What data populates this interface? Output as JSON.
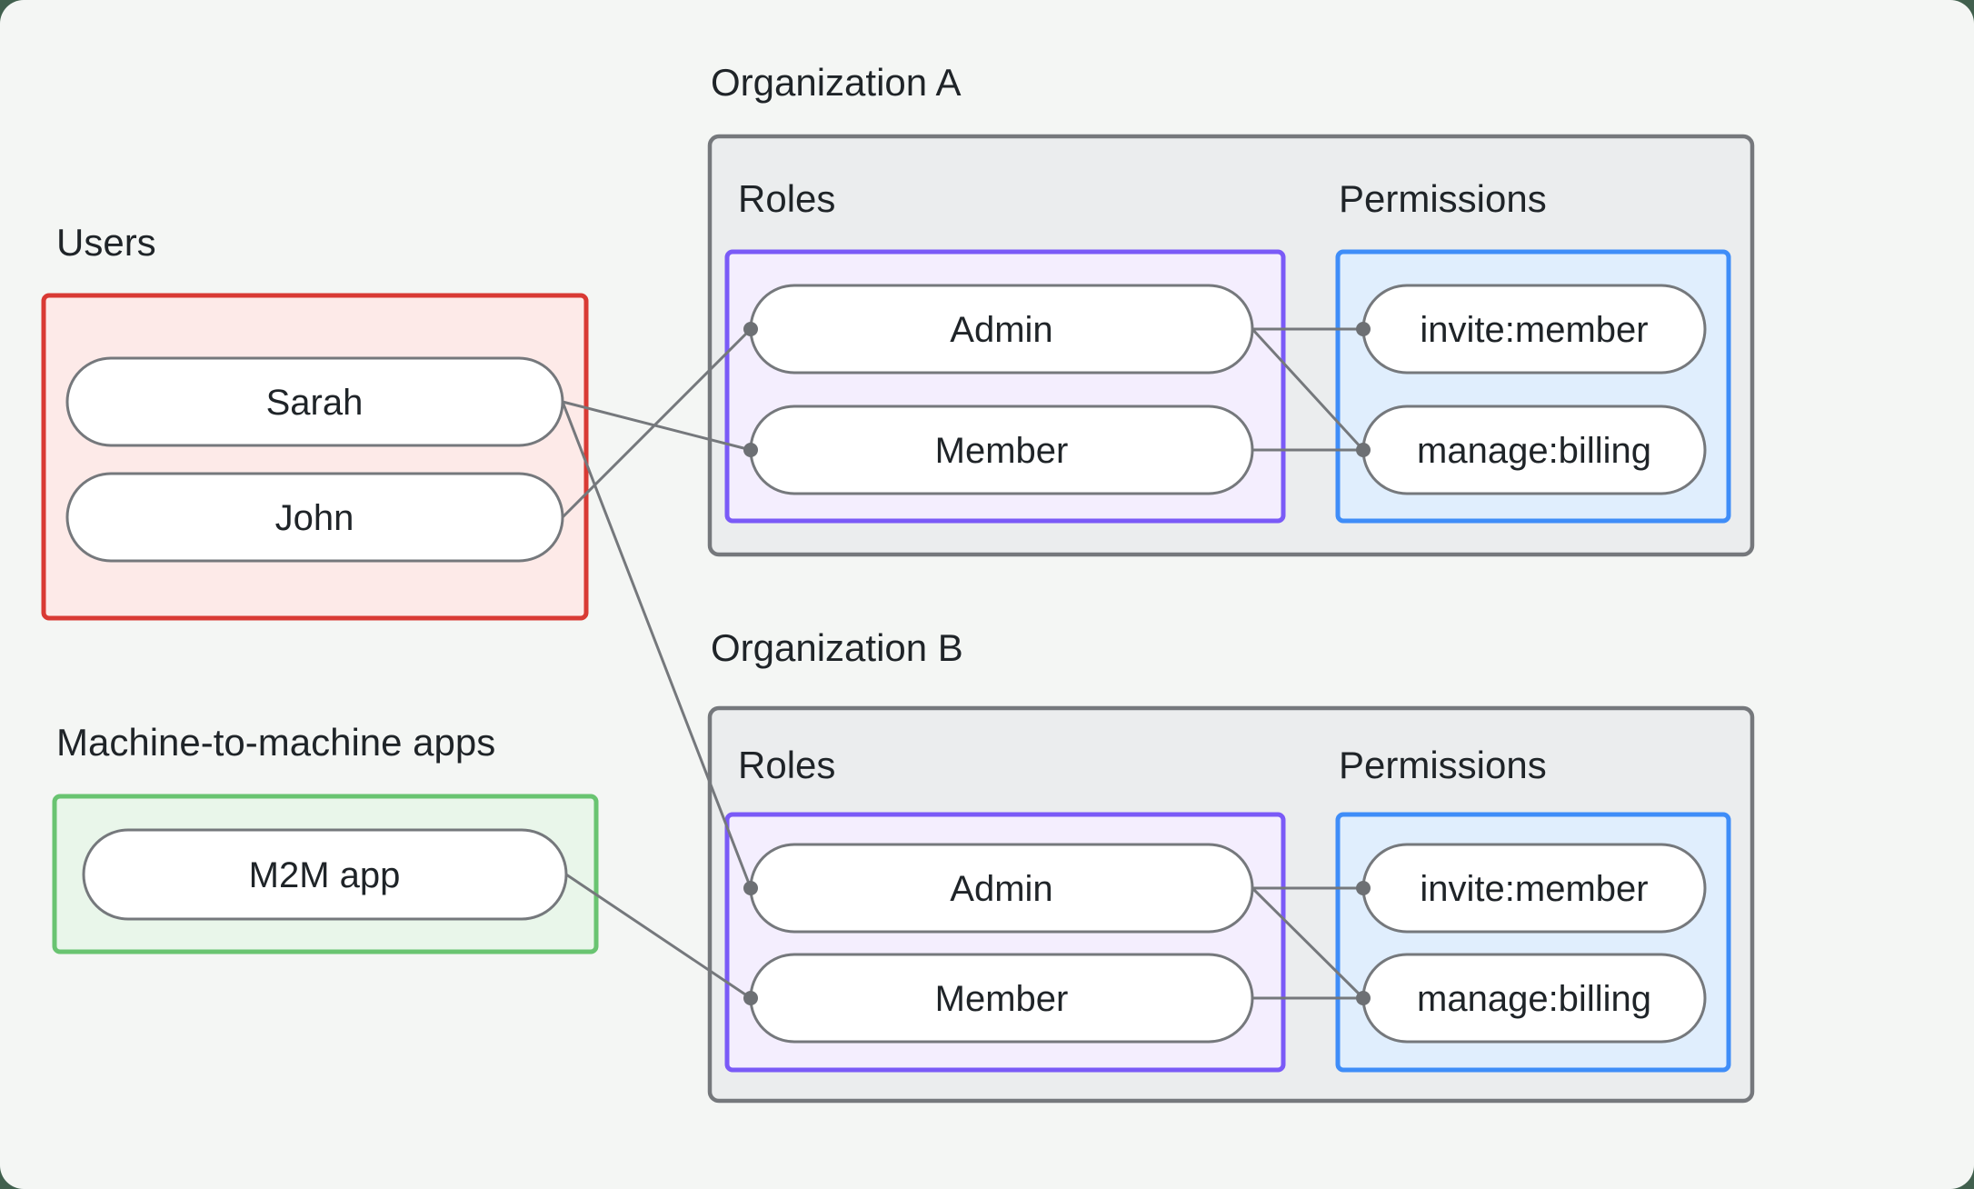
{
  "page": {
    "background": "#41604e",
    "panel_background": "#f4f6f4"
  },
  "users_group": {
    "label": "Users",
    "border_color": "#d93a34",
    "fill_color": "#fdeae8",
    "members": [
      {
        "label": "Sarah"
      },
      {
        "label": "John"
      }
    ]
  },
  "m2m_group": {
    "label": "Machine-to-machine apps",
    "border_color": "#69c471",
    "fill_color": "#e9f6ea",
    "members": [
      {
        "label": "M2M app"
      }
    ]
  },
  "organizations": [
    {
      "name": "Organization A",
      "roles_label": "Roles",
      "permissions_label": "Permissions",
      "roles_border_color": "#7a5af7",
      "roles_fill_color": "#f4eefe",
      "permissions_border_color": "#3f8df8",
      "permissions_fill_color": "#e0eefd",
      "roles": [
        {
          "label": "Admin"
        },
        {
          "label": "Member"
        }
      ],
      "permissions": [
        {
          "label": "invite:member"
        },
        {
          "label": "manage:billing"
        }
      ]
    },
    {
      "name": "Organization B",
      "roles_label": "Roles",
      "permissions_label": "Permissions",
      "roles_border_color": "#7a5af7",
      "roles_fill_color": "#f4eefe",
      "permissions_border_color": "#3f8df8",
      "permissions_fill_color": "#e0eefd",
      "roles": [
        {
          "label": "Admin"
        },
        {
          "label": "Member"
        }
      ],
      "permissions": [
        {
          "label": "invite:member"
        },
        {
          "label": "manage:billing"
        }
      ]
    }
  ],
  "connections": [
    {
      "from": "Sarah",
      "to": "Organization A / Member"
    },
    {
      "from": "John",
      "to": "Organization A / Admin"
    },
    {
      "from": "Sarah",
      "to": "Organization B / Admin"
    },
    {
      "from": "M2M app",
      "to": "Organization B / Member"
    },
    {
      "from": "Organization A / Admin",
      "to": "Organization A / invite:member"
    },
    {
      "from": "Organization A / Admin",
      "to": "Organization A / manage:billing"
    },
    {
      "from": "Organization A / Member",
      "to": "Organization A / manage:billing"
    },
    {
      "from": "Organization B / Admin",
      "to": "Organization B / invite:member"
    },
    {
      "from": "Organization B / Admin",
      "to": "Organization B / manage:billing"
    },
    {
      "from": "Organization B / Member",
      "to": "Organization B / manage:billing"
    }
  ]
}
